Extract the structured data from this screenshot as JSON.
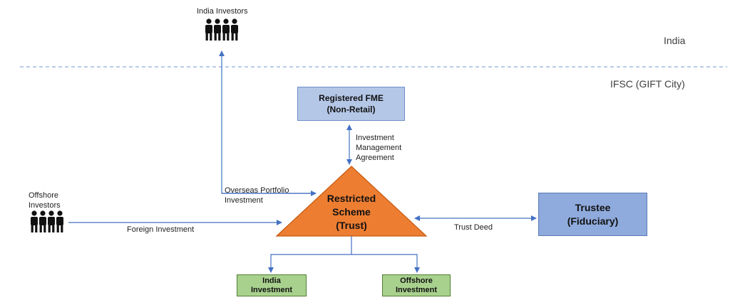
{
  "regions": {
    "india": "India",
    "ifsc": "IFSC (GIFT City)"
  },
  "investors": {
    "india": "India Investors",
    "offshore_line1": "Offshore",
    "offshore_line2": "Investors"
  },
  "nodes": {
    "fme": [
      "Registered FME",
      "(Non-Retail)"
    ],
    "scheme": [
      "Restricted",
      "Scheme",
      "(Trust)"
    ],
    "trustee": [
      "Trustee",
      "(Fiduciary)"
    ],
    "india_investment": [
      "India",
      "Investment"
    ],
    "offshore_investment": [
      "Offshore",
      "Investment"
    ]
  },
  "edges": {
    "ima": [
      "Investment",
      "Management",
      "Agreement"
    ],
    "opi": [
      "Overseas Portfolio",
      "Investment"
    ],
    "foreign": "Foreign Investment",
    "trust_deed": "Trust Deed"
  },
  "colors": {
    "line": "#4472c4",
    "triangle": "#ed7d31",
    "fme": "#b4c7e7",
    "trustee": "#8faadc",
    "investment": "#a9d18e"
  }
}
